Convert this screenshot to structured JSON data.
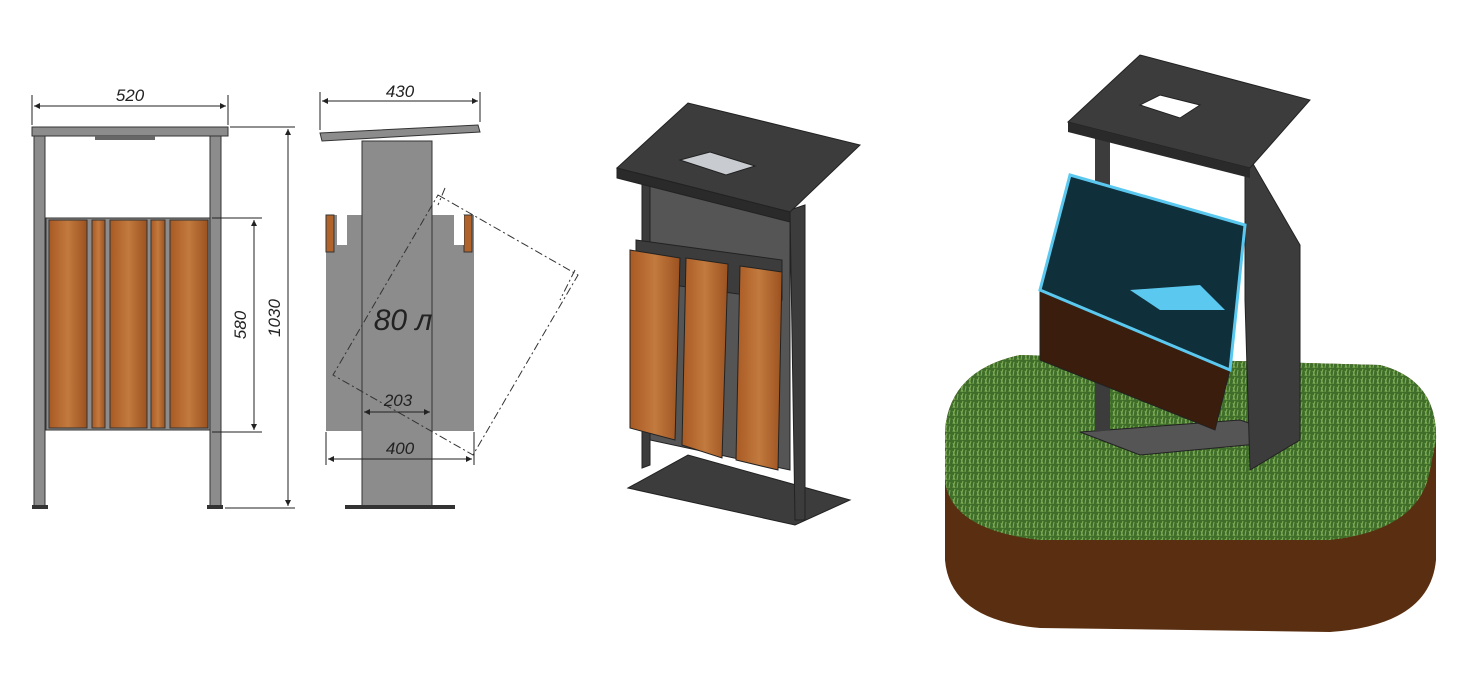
{
  "front_view": {
    "width_label": "520",
    "height_label": "1030",
    "panel_height_label": "580"
  },
  "side_view": {
    "depth_label": "430",
    "volume_label": "80 л",
    "post_width_label": "203",
    "bin_width_label": "400"
  },
  "colors": {
    "steel": "#8c8c8c",
    "dark_steel": "#3c3c3c",
    "wood": "#b0642c",
    "liner": "#0f2f3a",
    "liner_edge": "#5bc8f0",
    "grass": "#3f6e2a",
    "soil": "#5a2e10"
  }
}
